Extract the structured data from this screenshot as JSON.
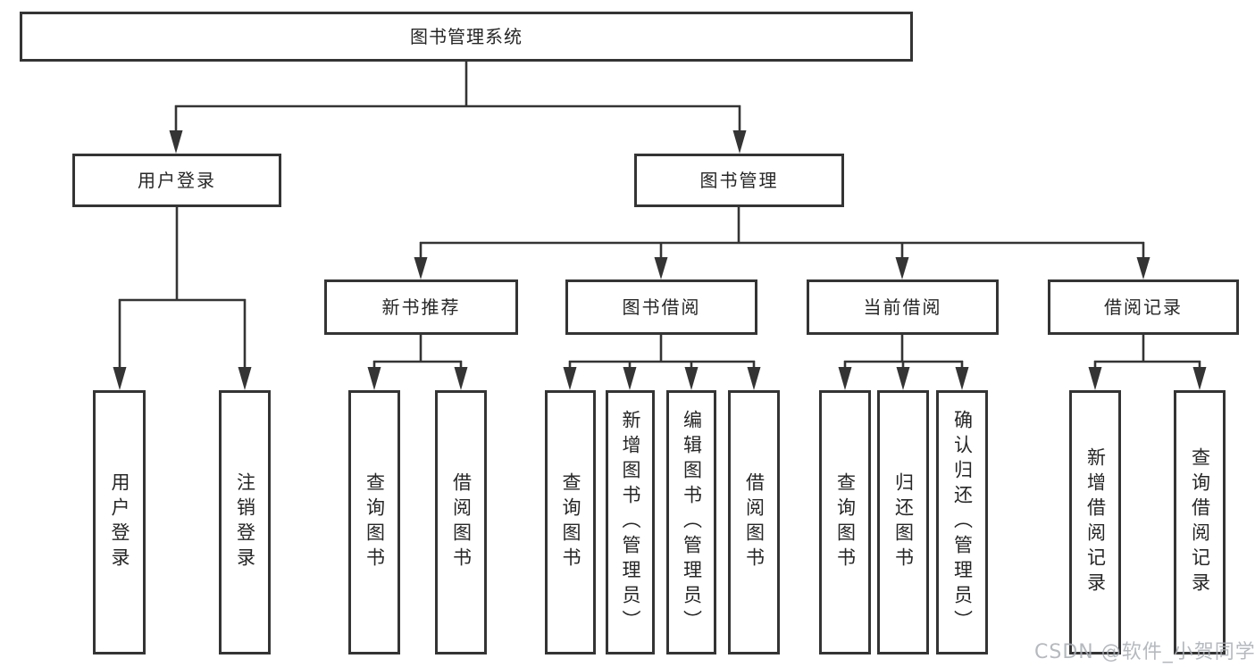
{
  "diagram": {
    "type": "functional-structure-tree",
    "tree": {
      "root": "图书管理系统",
      "children": [
        {
          "label": "用户登录",
          "children": [
            "用户登录",
            "注销登录"
          ]
        },
        {
          "label": "图书管理",
          "children": [
            {
              "label": "新书推荐",
              "children": [
                "查询图书",
                "借阅图书"
              ]
            },
            {
              "label": "图书借阅",
              "children": [
                "查询图书",
                "新增图书（管理员）",
                "编辑图书（管理员）",
                "借阅图书"
              ]
            },
            {
              "label": "当前借阅",
              "children": [
                "查询图书",
                "归还图书",
                "确认归还（管理员）"
              ]
            },
            {
              "label": "借阅记录",
              "children": [
                "新增借阅记录",
                "查询借阅记录"
              ]
            }
          ]
        }
      ]
    },
    "colors": {
      "line": "#343434",
      "box_border": "#343434",
      "box_fill": "#ffffff",
      "text": "#262626",
      "watermark": "#a9aeb5"
    }
  },
  "watermark": {
    "text": "CSDN @软件_小贺同学"
  }
}
